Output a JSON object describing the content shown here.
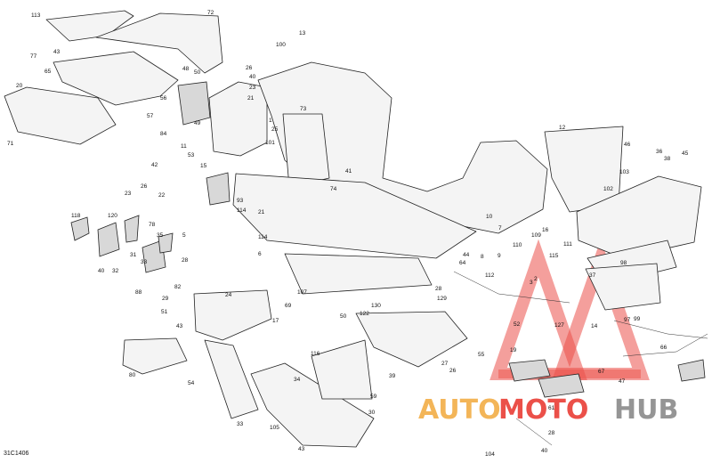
{
  "diagram_id": "31C1406",
  "watermark": {
    "part1": "AUTO",
    "part2": "MOTO",
    "part3": "HUB",
    "color_orange": "#f2a93b",
    "color_red": "#e8322a",
    "color_gray": "#8a8a8a"
  },
  "callouts": [
    "113",
    "72",
    "77",
    "43",
    "65",
    "20",
    "71",
    "48",
    "50",
    "56",
    "57",
    "84",
    "49",
    "11",
    "53",
    "100",
    "13",
    "26",
    "40",
    "23",
    "21",
    "1",
    "101",
    "73",
    "25",
    "42",
    "15",
    "22",
    "93",
    "114",
    "5",
    "23",
    "26",
    "118",
    "120",
    "78",
    "40",
    "32",
    "31",
    "33",
    "35",
    "28",
    "88",
    "82",
    "29",
    "51",
    "24",
    "43",
    "54",
    "80",
    "74",
    "41",
    "21",
    "114",
    "6",
    "107",
    "28",
    "116",
    "34",
    "39",
    "105",
    "33",
    "43",
    "12",
    "46",
    "103",
    "102",
    "38",
    "36",
    "45",
    "16",
    "109",
    "111",
    "110",
    "115",
    "9",
    "112",
    "2",
    "127",
    "14",
    "37",
    "98",
    "97",
    "99",
    "66",
    "47",
    "67",
    "19",
    "52",
    "64",
    "130",
    "122",
    "129",
    "50",
    "17",
    "69",
    "104",
    "40",
    "28",
    "27",
    "61",
    "26",
    "3",
    "8",
    "7",
    "10",
    "44",
    "55",
    "30",
    "59"
  ]
}
